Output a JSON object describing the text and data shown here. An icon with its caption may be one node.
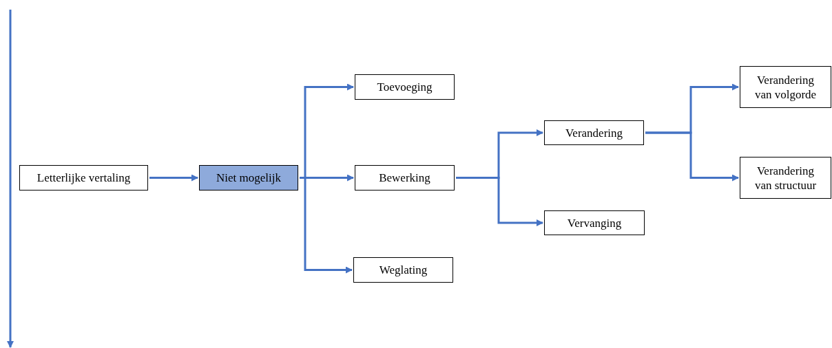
{
  "diagram": {
    "nodes": [
      {
        "text": [
          "Letterlijke vertaling"
        ]
      },
      {
        "text": [
          "Niet mogelijk"
        ]
      },
      {
        "text": [
          "Toevoeging"
        ]
      },
      {
        "text": [
          "Bewerking"
        ]
      },
      {
        "text": [
          "Weglating"
        ]
      },
      {
        "text": [
          "Verandering"
        ]
      },
      {
        "text": [
          "Vervanging"
        ]
      },
      {
        "text": [
          "Verandering van volgorde"
        ]
      },
      {
        "text": [
          "Verandering van structuur"
        ]
      }
    ],
    "edges": [
      {
        "from": 0,
        "to": 1,
        "arrow": "to"
      },
      {
        "from": 1,
        "to": 2,
        "arrow": "to"
      },
      {
        "from": 1,
        "to": 3,
        "arrow": "to"
      },
      {
        "from": 1,
        "to": 4,
        "arrow": "to"
      },
      {
        "from": 3,
        "to": 5,
        "arrow": "to"
      },
      {
        "from": 3,
        "to": 6,
        "arrow": "to"
      },
      {
        "from": 5,
        "to": 7,
        "arrow": "to"
      },
      {
        "from": 5,
        "to": 8,
        "arrow": "to"
      }
    ]
  }
}
